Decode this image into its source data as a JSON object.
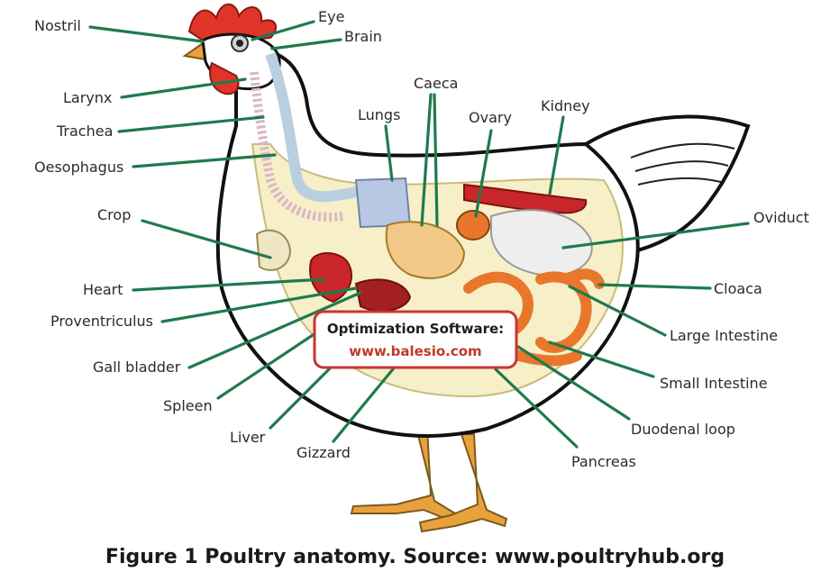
{
  "caption": "Figure 1 Poultry anatomy. Source: www.poultryhub.org",
  "watermark": {
    "title": "Optimization Software:",
    "url": "www.balesio.com"
  },
  "labels": {
    "nostril": "Nostril",
    "eye": "Eye",
    "brain": "Brain",
    "larynx": "Larynx",
    "trachea": "Trachea",
    "oesophagus": "Oesophagus",
    "crop": "Crop",
    "heart": "Heart",
    "proventriculus": "Proventriculus",
    "gall_bladder": "Gall bladder",
    "spleen": "Spleen",
    "liver": "Liver",
    "gizzard": "Gizzard",
    "caeca": "Caeca",
    "lungs": "Lungs",
    "ovary": "Ovary",
    "kidney": "Kidney",
    "oviduct": "Oviduct",
    "cloaca": "Cloaca",
    "large_intestine": "Large Intestine",
    "small_intestine": "Small Intestine",
    "duodenal_loop": "Duodenal loop",
    "pancreas": "Pancreas"
  },
  "colors": {
    "leader": "#1f7a4d",
    "comb": "#e0342a",
    "body_fill": "#ffffff",
    "cavity": "#f6efc8",
    "intestine": "#e8772b",
    "heart": "#c8262a",
    "legs": "#e9a23b"
  }
}
